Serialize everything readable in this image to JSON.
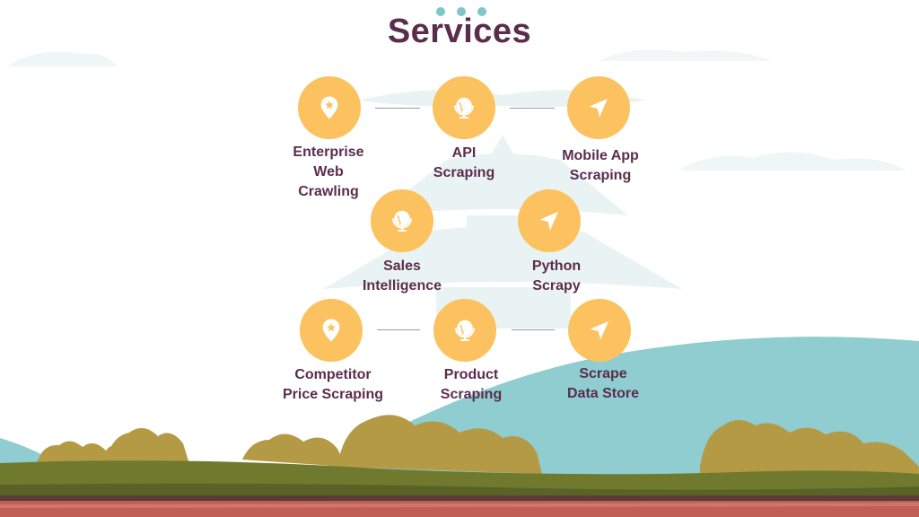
{
  "slide": {
    "title": "Services"
  },
  "services": [
    {
      "label_lines": [
        "Enterprise",
        "Web",
        "Crawling"
      ],
      "icon": "map-pin-star-icon"
    },
    {
      "label_lines": [
        "API",
        "Scraping"
      ],
      "icon": "globe-icon"
    },
    {
      "label_lines": [
        "Mobile App",
        "Scraping"
      ],
      "icon": "navigation-arrow-icon"
    },
    {
      "label_lines": [
        "Sales",
        "Intelligence"
      ],
      "icon": "globe-icon"
    },
    {
      "label_lines": [
        "Python",
        "Scrapy"
      ],
      "icon": "navigation-arrow-icon"
    },
    {
      "label_lines": [
        "Competitor",
        "Price Scraping"
      ],
      "icon": "map-pin-star-icon"
    },
    {
      "label_lines": [
        "Product",
        "Scraping"
      ],
      "icon": "globe-icon"
    },
    {
      "label_lines": [
        "Scrape",
        "Data Store"
      ],
      "icon": "navigation-arrow-icon"
    }
  ],
  "colors": {
    "title": "#5b2d4d",
    "node": "#fbc25f",
    "accent_dots": "#7ec6c8",
    "hill": "#8fcdd0",
    "grass": "#6f7a2e",
    "bush": "#b59a45",
    "ground": "#c15e55"
  }
}
